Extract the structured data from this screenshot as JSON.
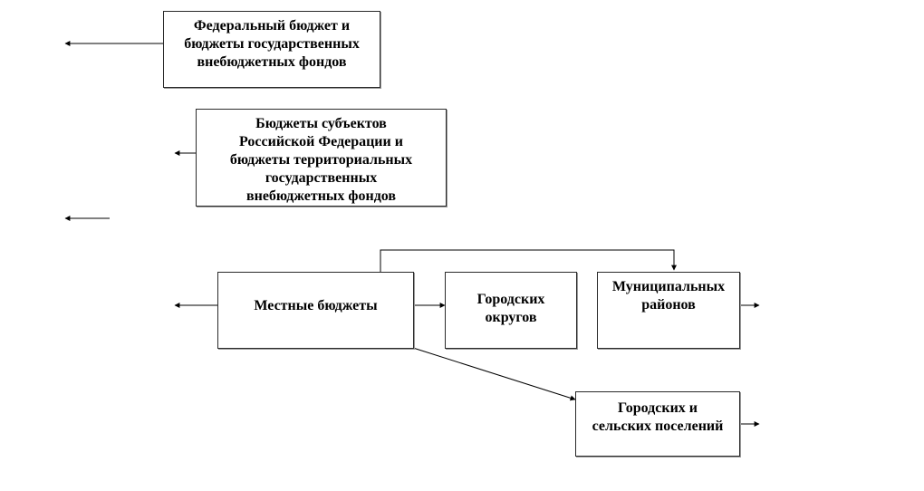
{
  "boxes": {
    "federal": "Федеральный бюджет и\nбюджеты государственных\nвнебюджетных фондов",
    "subjects": "Бюджеты субъектов\nРоссийской Федерации и\nбюджеты территориальных\nгосударственных\nвнебюджетных фондов",
    "local": "Местные бюджеты",
    "city_districts": "Городских\nокругов",
    "municipal": "Муниципальных\nрайонов",
    "settlements": "Городских и\nсельских поселений"
  },
  "colors": {
    "line": "#000000",
    "border": "#2a2a2a"
  }
}
